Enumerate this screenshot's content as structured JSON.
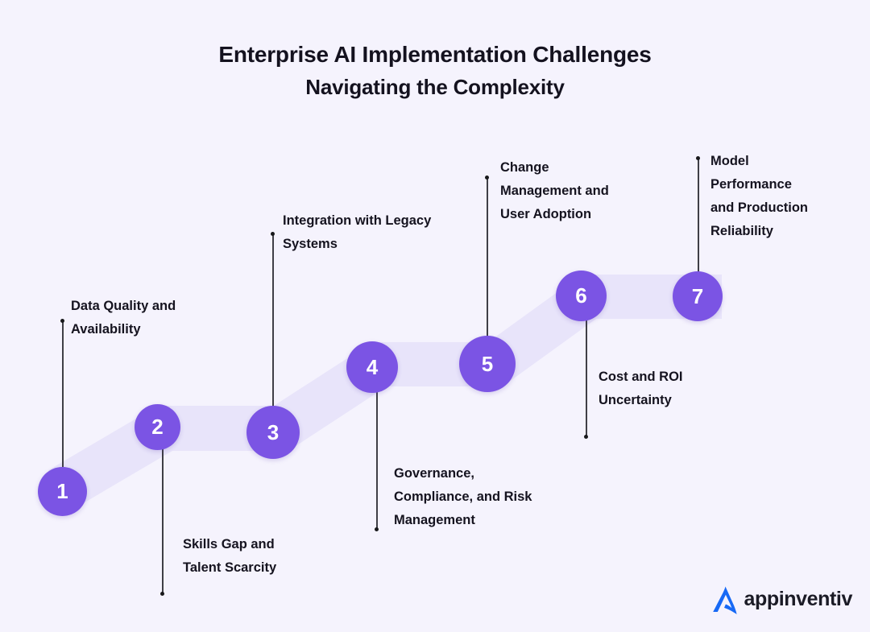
{
  "title": {
    "line1": "Enterprise AI Implementation Challenges",
    "line2": "Navigating the Complexity"
  },
  "colors": {
    "background": "#f5f3fd",
    "ribbon": "#e8e4fa",
    "node": "#7b54e4",
    "node_text": "#ffffff",
    "label_text": "#15131f",
    "connector": "#3f3f46",
    "logo_mark": "#1769f5",
    "logo_text": "#1b1b26"
  },
  "steps": [
    {
      "number": "1",
      "label": "Data Quality and\nAvailability",
      "label_position": "above"
    },
    {
      "number": "2",
      "label": "Skills Gap and\nTalent Scarcity",
      "label_position": "below"
    },
    {
      "number": "3",
      "label": "Integration with Legacy\nSystems",
      "label_position": "above"
    },
    {
      "number": "4",
      "label": "Governance,\nCompliance, and Risk\nManagement",
      "label_position": "below"
    },
    {
      "number": "5",
      "label": "Change\nManagement and\nUser Adoption",
      "label_position": "above"
    },
    {
      "number": "6",
      "label": "Cost and ROI\nUncertainty",
      "label_position": "below"
    },
    {
      "number": "7",
      "label": "Model\nPerformance\nand Production\nReliability",
      "label_position": "above"
    }
  ],
  "logo": {
    "text": "appinventiv"
  }
}
